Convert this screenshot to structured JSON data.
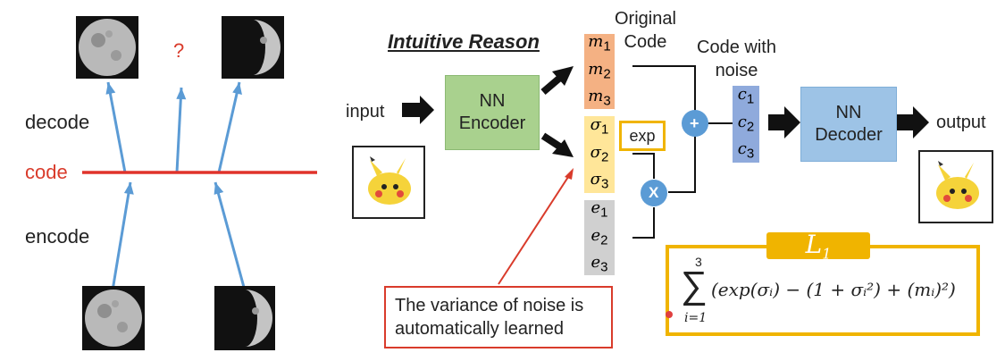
{
  "left": {
    "decode_label": "decode",
    "code_label": "code",
    "encode_label": "encode",
    "question_mark": "?"
  },
  "right": {
    "title": "Intuitive Reason",
    "original_code_label": "Original\nCode",
    "code_with_noise_label": "Code with\nnoise",
    "input_label": "input",
    "output_label": "output",
    "encoder_label": "NN\nEncoder",
    "decoder_label": "NN\nDecoder",
    "exp_label": "exp",
    "plus_symbol": "+",
    "times_symbol": "X",
    "m": [
      "m",
      "m",
      "m"
    ],
    "sigma": [
      "σ",
      "σ",
      "σ"
    ],
    "e": [
      "e",
      "e",
      "e"
    ],
    "c": [
      "c",
      "c",
      "c"
    ],
    "subscripts": [
      "1",
      "2",
      "3"
    ],
    "callout_text": "The variance of noise is\nautomatically learned",
    "loss": {
      "label": "L",
      "label_sub": "1",
      "sum_top": "3",
      "sum_bottom": "i=1",
      "formula": "(exp(σᵢ) − (1 + σᵢ²) + (mᵢ)²)"
    }
  },
  "colors": {
    "code_line": "#e0332b",
    "arrow_blue": "#5b9bd5",
    "encoder_green": "#a9d18e",
    "decoder_blue": "#9dc3e6",
    "m_orange": "#f4b183",
    "sigma_yellow": "#ffe699",
    "e_gray": "#d0d0d0",
    "c_blue": "#8faadc",
    "loss_border": "#f0b400",
    "circle_blue": "#5b9bd5"
  }
}
